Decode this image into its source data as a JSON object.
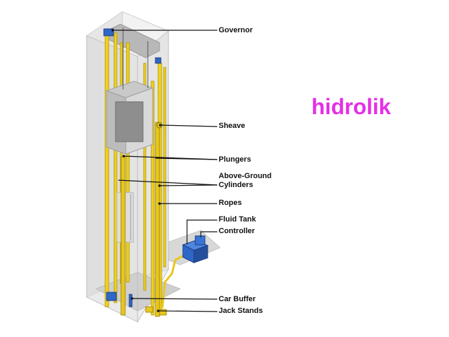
{
  "title": "hidrolik",
  "colors": {
    "title": "#e62ee6",
    "rail": "#f2d21a",
    "rail_edge": "#b9a012",
    "shaft_light": "#f1f1f1",
    "shaft_mid": "#dcdcdc",
    "shaft_dark": "#c6c6c6",
    "machine": "#2e67c7",
    "callout_line": "#111111"
  },
  "labels": [
    {
      "id": "governor",
      "text": "Governor"
    },
    {
      "id": "sheave",
      "text": "Sheave"
    },
    {
      "id": "plungers",
      "text": "Plungers"
    },
    {
      "id": "above-ground-1",
      "text": "Above-Ground"
    },
    {
      "id": "above-ground-2",
      "text": "Cylinders"
    },
    {
      "id": "ropes",
      "text": "Ropes"
    },
    {
      "id": "fluid-tank",
      "text": "Fluid Tank"
    },
    {
      "id": "controller",
      "text": "Controller"
    },
    {
      "id": "car-buffer",
      "text": "Car Buffer"
    },
    {
      "id": "jack-stands",
      "text": "Jack Stands"
    }
  ]
}
